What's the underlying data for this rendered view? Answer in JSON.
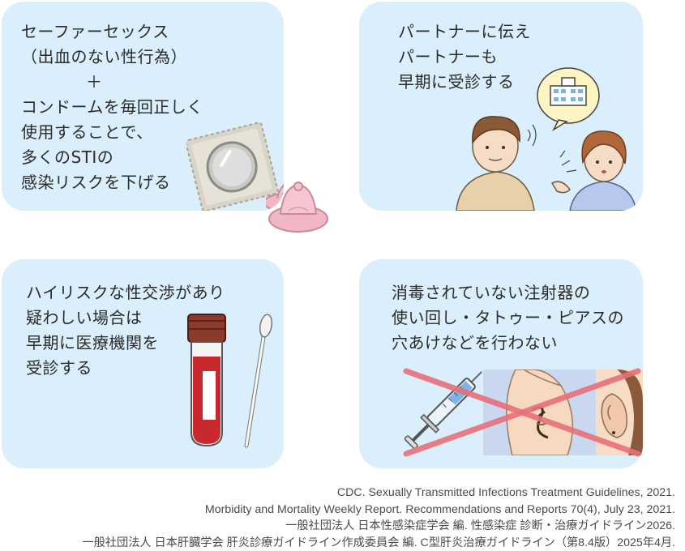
{
  "cards": [
    {
      "id": "safer-sex",
      "lines": [
        "セーファーセックス",
        "（出血のない性行為）",
        "＋",
        "コンドームを毎回正しく",
        "使用することで、",
        "多くのSTIの",
        "感染リスクを下げる"
      ]
    },
    {
      "id": "tell-partner",
      "lines": [
        "パートナーに伝え",
        "パートナーも",
        "早期に受診する"
      ]
    },
    {
      "id": "high-risk",
      "lines": [
        "ハイリスクな性交渉があり",
        "疑わしい場合は",
        "早期に医療機関を",
        "受診する"
      ]
    },
    {
      "id": "no-sharing",
      "lines": [
        "消毒されていない注射器の",
        "使い回し・タトゥー・ピアスの",
        "穴あけなどを行わない"
      ]
    }
  ],
  "references": [
    "CDC. Sexually Transmitted Infections Treatment Guidelines, 2021.",
    "Morbidity and Mortality Weekly Report. Recommendations and Reports 70(4), July 23, 2021.",
    "一般社団法人 日本性感染症学会 編. 性感染症 診断・治療ガイドライン2026.",
    "一般社団法人 日本肝臓学会 肝炎診療ガイドライン作成委員会 編. C型肝炎治療ガイドライン（第8.4版）2025年4月."
  ],
  "colors": {
    "card_bg": "#dbeefb",
    "cross": "#e8707a",
    "blood": "#c8282e",
    "cap": "#8b3a2b"
  },
  "icons": [
    "condom-package-icon",
    "condom-icon",
    "couple-talking-icon",
    "hospital-speech-bubble-icon",
    "blood-tube-icon",
    "swab-icon",
    "syringe-icon",
    "tattoo-arm-icon",
    "ear-piercing-icon",
    "prohibition-cross-icon"
  ]
}
